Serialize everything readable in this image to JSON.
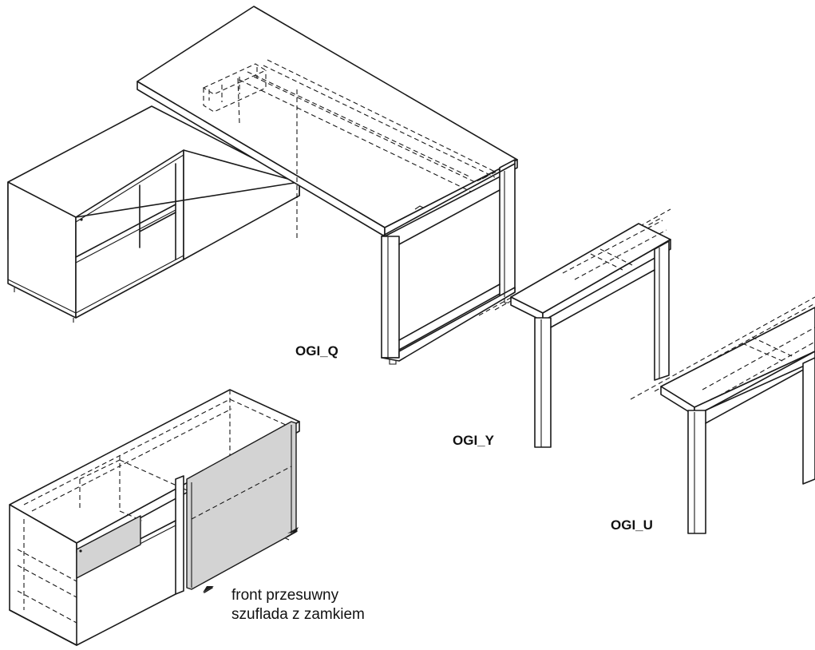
{
  "labels": {
    "model_q": "OGI_Q",
    "model_y": "OGI_Y",
    "model_u": "OGI_U",
    "note_line1": "front przesuwny",
    "note_line2": "szuflada z zamkiem"
  },
  "colors": {
    "line": "#1a1a1a",
    "panel_fill": "#d3d3d3",
    "background": "#ffffff"
  }
}
